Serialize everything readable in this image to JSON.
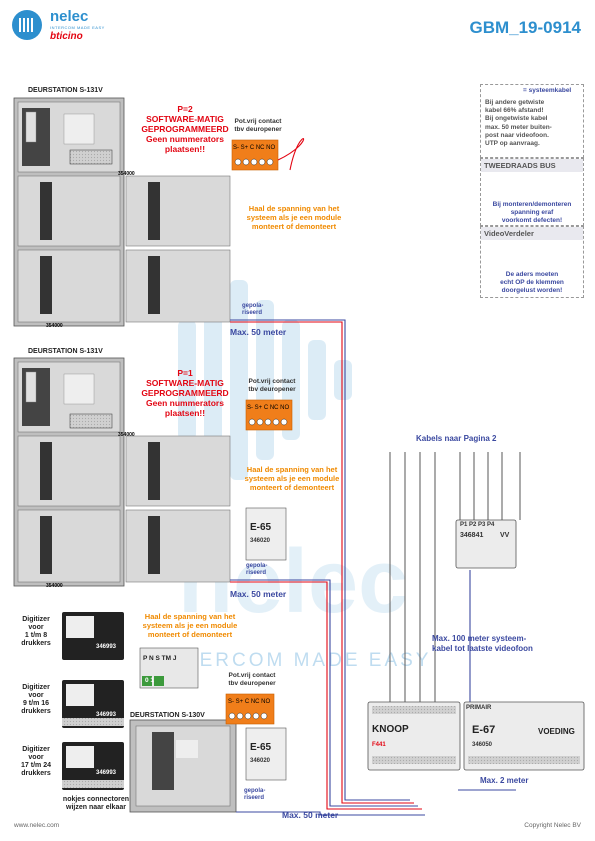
{
  "header": {
    "brand": "nelec",
    "brand_tagline": "INTERCOM MADE EASY",
    "partner": "bticino",
    "doc_id": "GBM_19-0914"
  },
  "legend": {
    "cable_label": "= systeemkabel",
    "cable_note": [
      "Bij andere getwiste",
      "kabel 66% afstand!",
      "Bij ongetwiste kabel",
      "max. 50 meter buiten-",
      "post naar videofoon.",
      "UTP op aanvraag."
    ],
    "bus_title": "TWEEDRAADS BUS",
    "bus_note": [
      "Bij monteren/demonteren",
      "spanning eraf",
      "voorkomt defecten!"
    ],
    "splitter_title": "VideoVerdeler",
    "splitter_note": [
      "De aders moeten",
      "echt OP de klemmen",
      "doorgelust worden!"
    ]
  },
  "stations": [
    {
      "title": "DEURSTATION S-131V",
      "program_note": [
        "P=2",
        "SOFTWARE-MATIG",
        "GEPROGRAMMEERD",
        "Geen nummerators",
        "plaatsen!!"
      ],
      "contact_label": [
        "Pot.vrij contact",
        "tbv deuropener"
      ],
      "terminals": "S-  S+ C NC NO",
      "power_note": [
        "Haal de spanning van het",
        "systeem als je een module",
        "monteert of demonteert"
      ],
      "frame_code_1": "354000",
      "frame_code_2": "354000",
      "polarized": [
        "gepola-",
        "riseerd"
      ],
      "distance": "Max. 50 meter"
    },
    {
      "title": "DEURSTATION S-131V",
      "program_note": [
        "P=1",
        "SOFTWARE-MATIG",
        "GEPROGRAMMEERD",
        "Geen nummerators",
        "plaatsen!!"
      ],
      "contact_label": [
        "Pot.vrij contact",
        "tbv deuropener"
      ],
      "terminals": "S-  S+ C NC NO",
      "power_note": [
        "Haal de spanning van het",
        "systeem als je een module",
        "monteert of demonteert"
      ],
      "frame_code_1": "354000",
      "frame_code_2": "354000",
      "relay_name": "E-65",
      "relay_code": "346020",
      "polarized": [
        "gepola-",
        "riseerd"
      ],
      "distance": "Max. 50 meter"
    }
  ],
  "bottom": {
    "power_note": [
      "Haal de spanning van het",
      "systeem als je een module",
      "monteert of demonteert"
    ],
    "digitizers": [
      {
        "label": [
          "Digitizer",
          "voor",
          "1 t/m 8",
          "drukkers"
        ],
        "code": "346993"
      },
      {
        "label": [
          "Digitizer",
          "voor",
          "9 t/m 16",
          "drukkers"
        ],
        "code": "346993"
      },
      {
        "label": [
          "Digitizer",
          "voor",
          "17 t/m 24",
          "drukkers"
        ],
        "code": "346993"
      }
    ],
    "jumper_labels": "P N S TM J",
    "jumper_values": "0 1",
    "station_title": "DEURSTATION S-130V",
    "contact_label": [
      "Pot.vrij contact",
      "tbv deuropener"
    ],
    "terminals": "S-  S+ C NC NO",
    "relay_name": "E-65",
    "relay_code": "346020",
    "polarized": [
      "gepola-",
      "riseerd"
    ],
    "connector_note": [
      "nokjes connectoren",
      "wijzen naar elkaar"
    ],
    "distance": "Max. 50 meter"
  },
  "right": {
    "to_page": "Kabels naar Pagina 2",
    "splitter_ports": "P1 P2 P3 P4",
    "splitter_code": "346841",
    "splitter_vv": "VV",
    "max_system": [
      "Max. 100 meter systeem-",
      "kabel tot laatste videofoon"
    ],
    "node_name": "KNOOP",
    "node_code": "F441",
    "psu_name": "E-67",
    "psu_label": "VOEDING",
    "psu_code": "346050",
    "psu_primary": "PRIMAIR",
    "max_2m": "Max. 2 meter"
  },
  "watermark": {
    "big": "nelec",
    "small": "INTERCOM MADE EASY"
  },
  "footer": {
    "left": "www.nelec.com",
    "right": "Copyright Nelec BV"
  },
  "colors": {
    "brand_blue": "#2d8fce",
    "warn_red": "#e30613",
    "warn_orange": "#f08a00",
    "cable_blue": "#3b49a0",
    "module_orange": "#f07e1a"
  }
}
